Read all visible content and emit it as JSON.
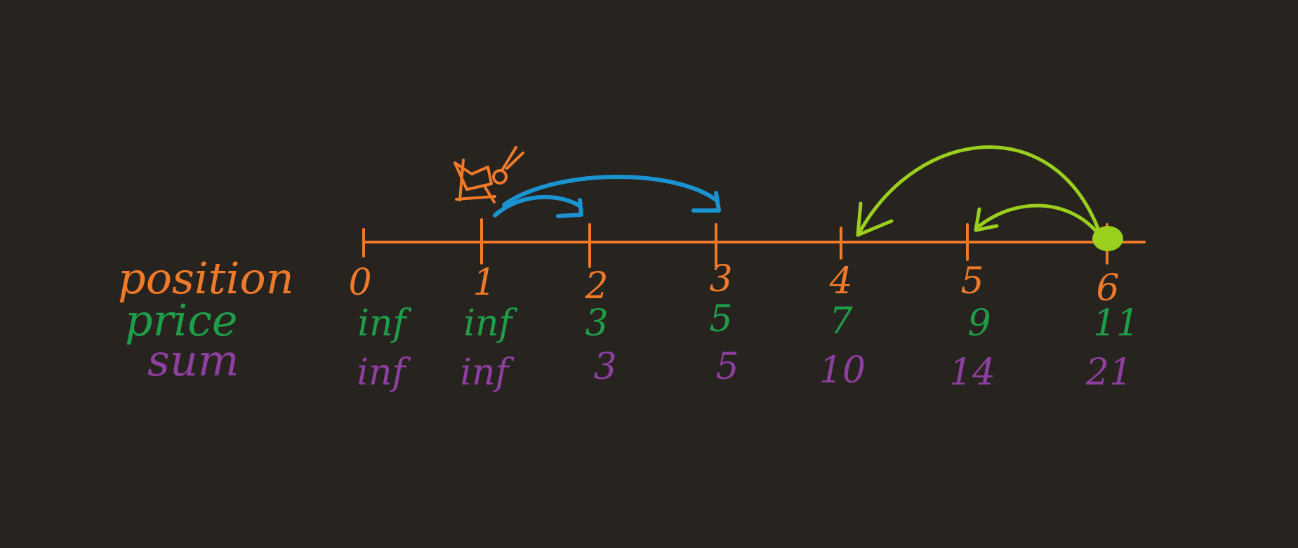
{
  "colors": {
    "background": "#27231f",
    "position": "#f07a2a",
    "price": "#1f9e4a",
    "sum": "#8e3fa1",
    "blue_arrows": "#1a93d1",
    "green_arrows": "#9bcf1d"
  },
  "labels": {
    "position": "position",
    "price": "price",
    "sum": "sum"
  },
  "positions": [
    "0",
    "1",
    "2",
    "3",
    "4",
    "5",
    "6"
  ],
  "prices": [
    "inf",
    "inf",
    "3",
    "5",
    "7",
    "9",
    "11"
  ],
  "sums": [
    "inf",
    "inf",
    "3",
    "5",
    "10",
    "14",
    "21"
  ],
  "icons": {
    "start_marker": "robot-icon",
    "end_marker": "dot-icon"
  }
}
